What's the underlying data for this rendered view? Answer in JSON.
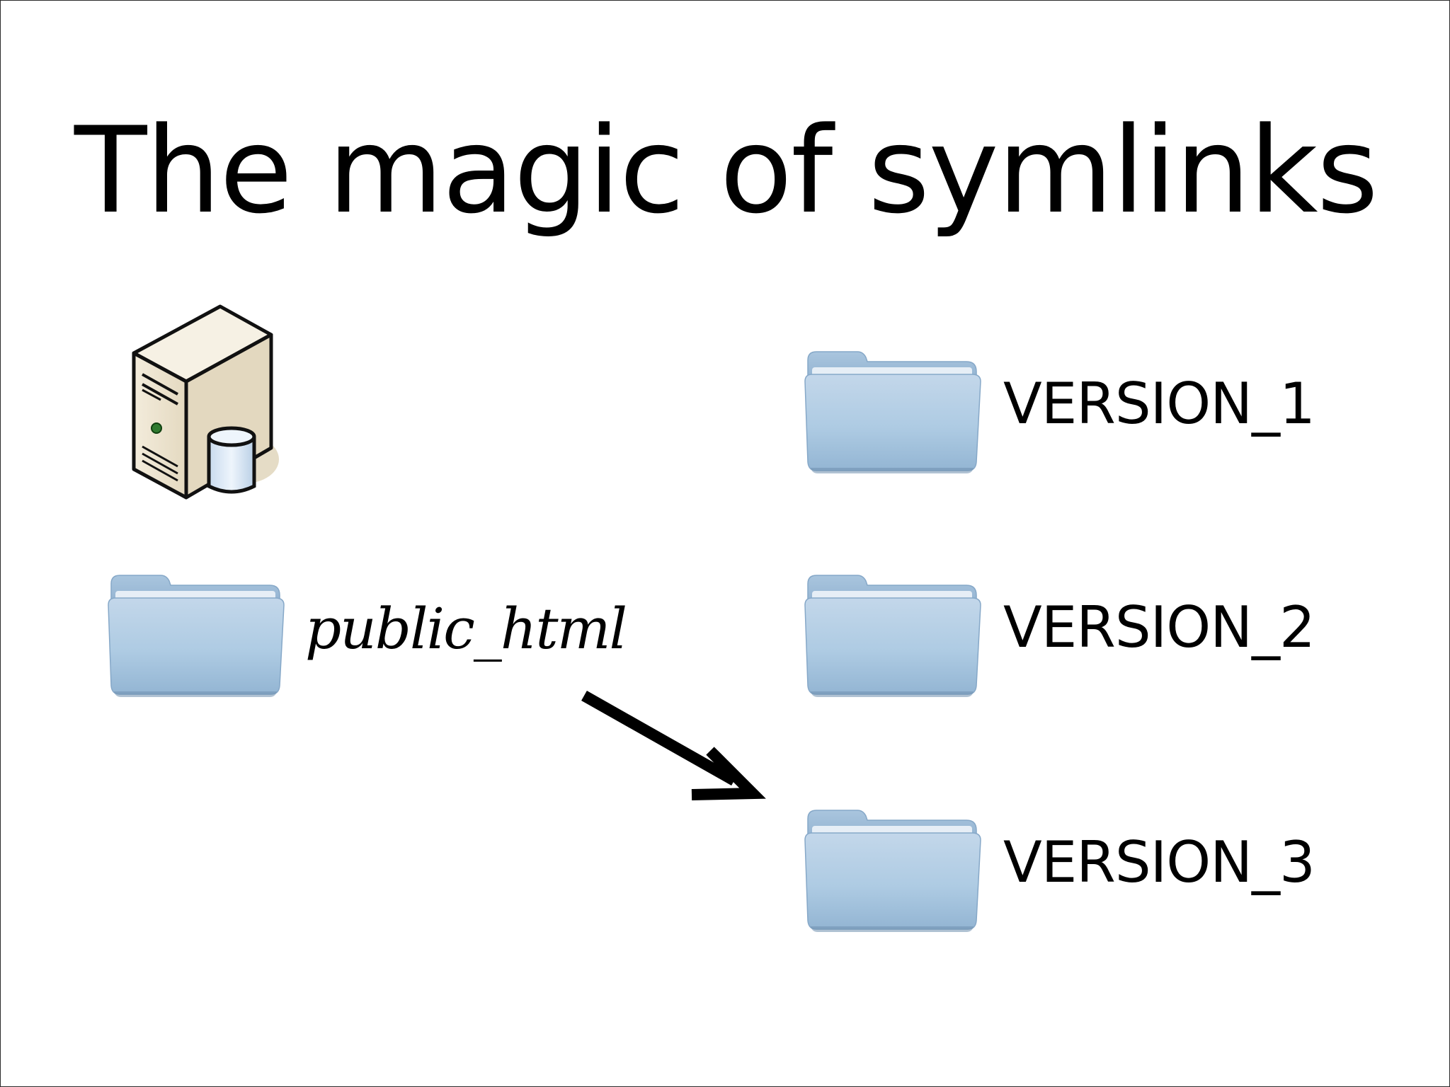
{
  "slide": {
    "title": "The magic of symlinks"
  },
  "server": {
    "icon": "server-with-database-icon"
  },
  "source_folder": {
    "icon": "folder-icon",
    "label": "public_html"
  },
  "version_folders": [
    {
      "icon": "folder-icon",
      "label": "VERSION_1"
    },
    {
      "icon": "folder-icon",
      "label": "VERSION_2"
    },
    {
      "icon": "folder-icon",
      "label": "VERSION_3"
    }
  ],
  "symlink": {
    "icon": "arrow-icon",
    "from": "public_html",
    "to": "VERSION_3"
  },
  "colors": {
    "folder_light": "#c4d8ea",
    "folder_mid": "#a6c3dd",
    "folder_dark": "#7fa3c4",
    "server_body": "#ece3cf",
    "server_side": "#d9ccb0",
    "database": "#dce9f6",
    "text": "#000000"
  }
}
